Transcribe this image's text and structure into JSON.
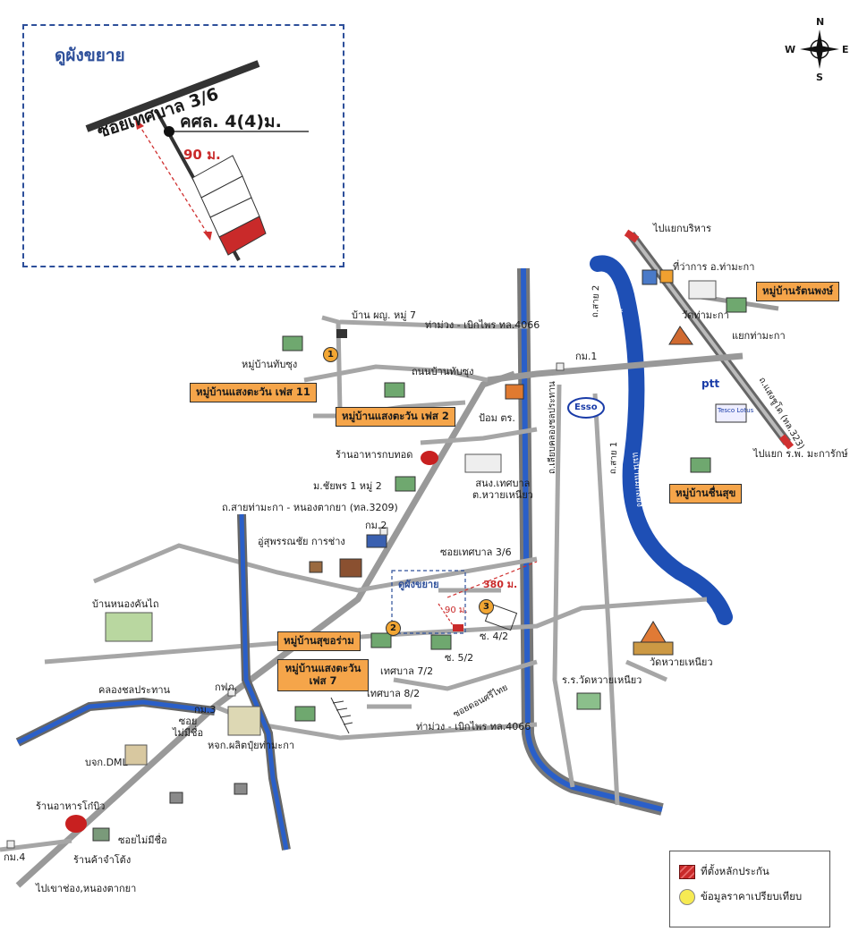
{
  "inset": {
    "title": "ดูผังขยาย",
    "road": "ซอยเทศบาล 3/6",
    "width_label": "คศล. 4(4)ม.",
    "distance": "90 ม."
  },
  "compass": {
    "n": "N",
    "s": "S",
    "w": "W",
    "e": "E"
  },
  "tags": {
    "rattanaphong": "หมู่บ้านรัตนพงษ์",
    "sangtawan11": "หมู่บ้านแสงตะวัน เฟส 11",
    "sangtawan2": "หมู่บ้านแสงตะวัน เฟส 2",
    "chuensuk": "หมู่บ้านชื่นสุข",
    "sukcharoen": "หมู่บ้านสุขอร่าม",
    "sangtawan7": "หมู่บ้านแสงตะวัน\nเฟส 7"
  },
  "labels": {
    "to_borihan": "ไปแยกบริหาร",
    "district_office": "ที่ว่าการ อ.ท่ามะกา",
    "wat_thamaka": "วัดท่ามะกา",
    "yaek_thamaka": "แยกท่ามะกา",
    "road_saengchuto": "ถ.แสงชูโต (ทล.323)",
    "to_hospital": "ไปแยก ร.พ. มะการักษ์",
    "ptt": "ptt",
    "esso": "Esso",
    "tesco": "Tesco Lotus",
    "river_label_top": "แม่น้ำแม่กลอง",
    "river_label_mid": "แม่น้ำแม่กลอง",
    "sai2": "ถ.สาย 2",
    "sai1": "ถ.สาย 1",
    "ban_phuyai": "บ้าน ผญ. หมู่ 7",
    "road_4066_top": "ท่าม่วง - เบิกไพร ทล.4066",
    "km1": "กม.1",
    "thapsung": "หมู่บ้านทับซุง",
    "road_thapsung": "ถนนบ้านทับซุง",
    "pom": "ป้อม ตร.",
    "restaurant_kob": "ร้านอาหารกบทอด",
    "municipal": "สนง.เทศบาล\nต.หวายเหนียว",
    "chaipon": "ม.ชัยพร 1 หมู่ 2",
    "road_3209": "ถ.สายท่ามะกา - หนองตากยา (ทล.3209)",
    "km2": "กม.2",
    "garage": "อู่สุพรรณชัย การช่าง",
    "canal_road": "ถ.เลียบคลองชลประทาน",
    "soi36": "ซอยเทศบาล 3/6",
    "dist380": "380 ม.",
    "small_inset": "ดูผังขยาย",
    "small_90": "90 ม.",
    "soi42": "ซ. 4/2",
    "soi52": "ซ. 5/2",
    "wat_waineaw": "วัดหวายเหนียว",
    "nongkhanthai": "บ้านหนองคันไถ",
    "tesaban72": "เทศบาล 7/2",
    "tesaban82": "เทศบาล 8/2",
    "soi_donsri": "ซอยดอนศรีไทย",
    "school": "ร.ร.วัดหวายเหนียว",
    "canal": "คลองชลประทาน",
    "kfp": "กฟภ.",
    "km3": "กม.3",
    "soi_noname": "ซอย\nไม่มีชื่อ",
    "road_4066_bottom": "ท่าม่วง - เบิกไพร ทล.4066",
    "hjk": "หจก.ผลิตปุ๋ยท่ามะกา",
    "dml": "บจก.DML",
    "restaurant_kopiew": "ร้านอาหารโก๋บิว",
    "soi_noname2": "ซอยไม่มีชื่อ",
    "shop": "ร้านค้าจำโต้ง",
    "km4": "กม.4",
    "to_khaochong": "ไปเขาช่อง,หนองตากยา"
  },
  "circles": {
    "c1": "1",
    "c2": "2",
    "c3": "3"
  },
  "legend": {
    "collateral": "ที่ตั้งหลักประกัน",
    "comparison": "ข้อมูลราคาเปรียบเทียบ"
  },
  "colors": {
    "road": "#9a9a9a",
    "river": "#1e4fb5",
    "tag": "#f5a54a",
    "collateral": "#c92a2a",
    "inset_border": "#2d4f9a"
  }
}
